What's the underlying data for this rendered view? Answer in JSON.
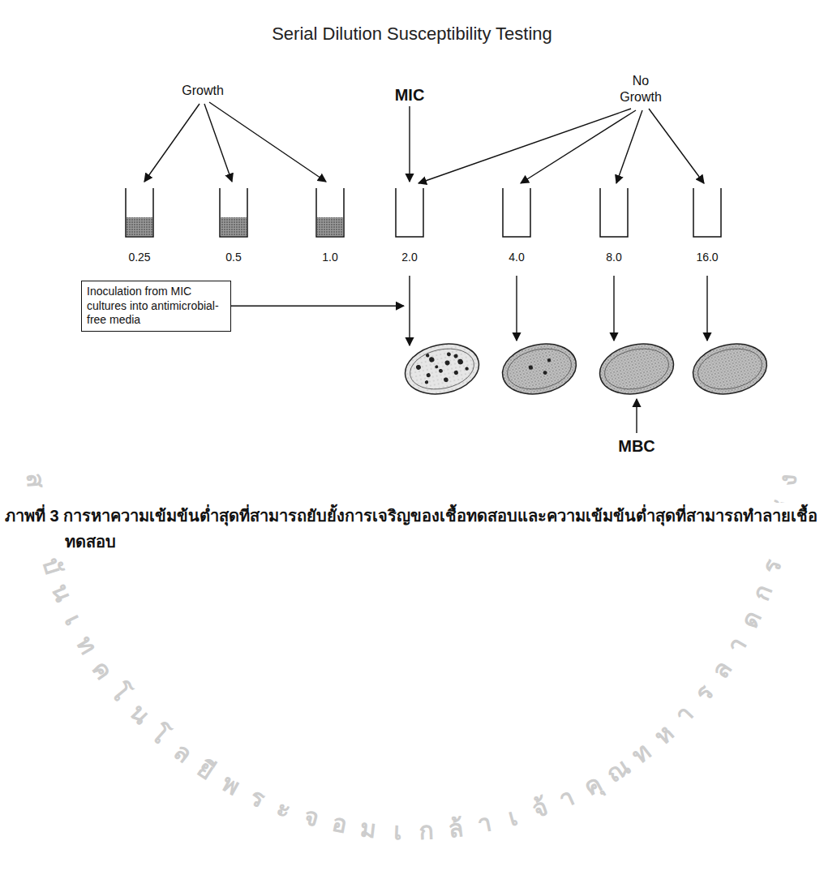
{
  "diagram": {
    "title": "Serial Dilution Susceptibility Testing",
    "caption": "ภาพที่ 3 การหาความเข้มข้นต่ำสุดที่สามารถยับยั้งการเจริญของเชื้อทดสอบและความเข้มข้นต่ำสุดที่สามารถทำลายเชื้อทดสอบ",
    "nodes": [
      {
        "text": [
          "Inoculation from MIC cultures into antimicrobial-free media"
        ]
      }
    ],
    "labels": [
      "Growth",
      "MIC",
      "No Growth",
      "0.25",
      "0.5",
      "1.0",
      "2.0",
      "4.0",
      "8.0",
      "16.0",
      "MBC",
      "สถาบันเทคโนโลยีพระจอมเกล้าเจ้าคุณทหารลาดกระบัง"
    ]
  }
}
